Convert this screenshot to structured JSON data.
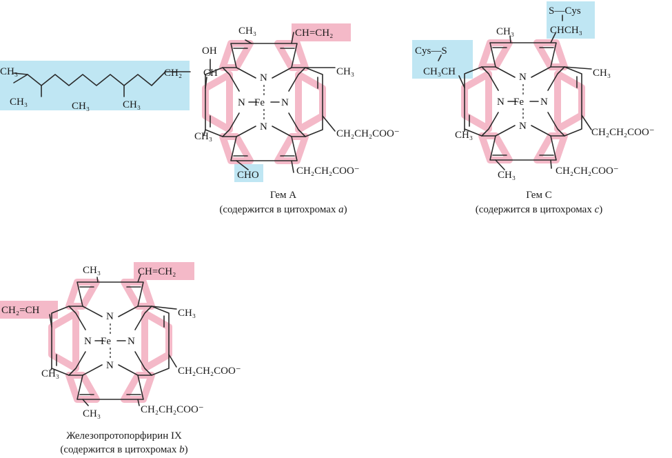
{
  "colors": {
    "pink_highlight": "#f4b9c8",
    "blue_highlight": "#bfe6f3",
    "bond": "#2a2a2a"
  },
  "atoms": {
    "n": "N",
    "fe": "Fe",
    "ch3": "CH3",
    "ch3_sub": "3"
  },
  "heme_a": {
    "vinyl": "CH=CH2",
    "oh": "OH",
    "ch_alcohol": "CH",
    "ch2_link": "CH2",
    "tail_ch3_a": "CH3",
    "tail_ch3_b": "CH3",
    "tail_ch3_c": "CH3",
    "tail_ch3_d": "CH3",
    "propionate_1": "CH2CH2COO−",
    "propionate_2": "CH2CH2COO−",
    "formyl": "CHO",
    "caption_name": "Гем A",
    "caption_note": "(содержится в цитохромах",
    "caption_letter": "a",
    "caption_close": ")"
  },
  "heme_c": {
    "thio_top": "S—Cys",
    "chch3_top": "CHCH3",
    "thio_left": "Cys—S",
    "ch3ch_left": "CH3CH",
    "propionate_1": "CH2CH2COO−",
    "propionate_2": "CH2CH2COO−",
    "caption_name": "Гем C",
    "caption_note": "(содержится в цитохромах",
    "caption_letter": "c",
    "caption_close": ")"
  },
  "protoporphyrin": {
    "vinyl_top": "CH=CH2",
    "vinyl_left": "CH2=CH",
    "propionate_1": "CH2CH2COO−",
    "propionate_2": "CH2CH2COO−",
    "caption_name": "Железопротопорфирин IX",
    "caption_note": "(содержится в цитохромах",
    "caption_letter": "b",
    "caption_close": ")"
  }
}
